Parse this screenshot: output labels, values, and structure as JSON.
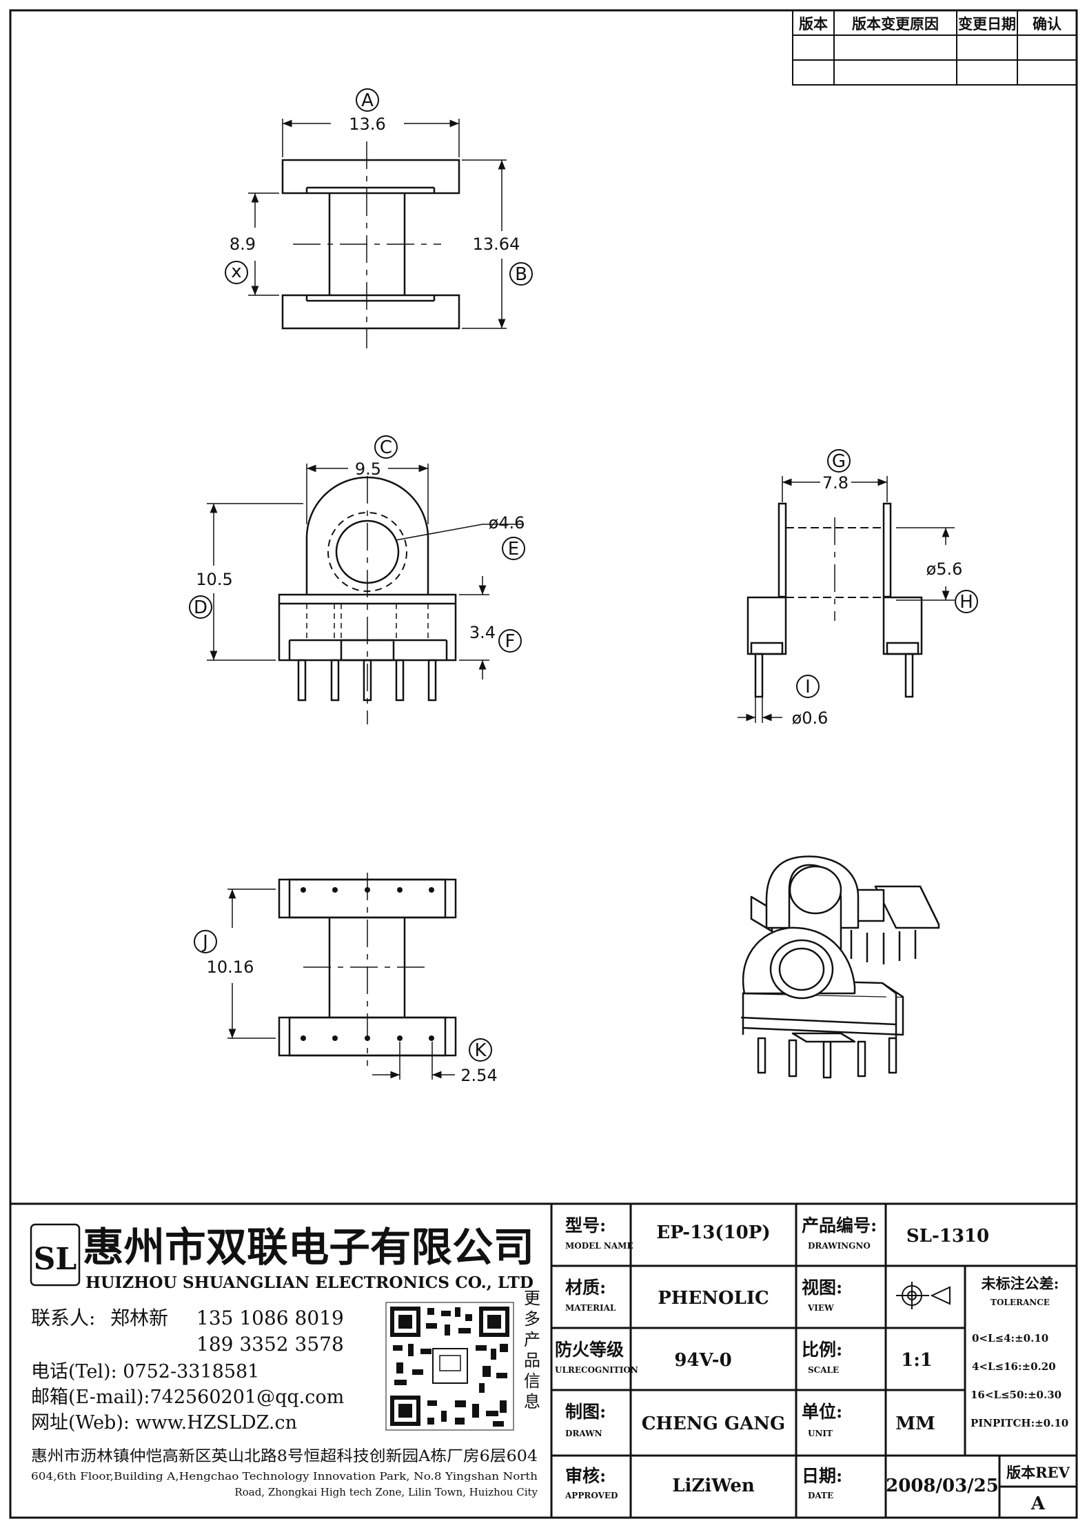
{
  "revision_table": {
    "headers": [
      "版本",
      "版本变更原因",
      "变更日期",
      "确认"
    ]
  },
  "views": {
    "top": {
      "label_a": "A",
      "dim_a": "13.6",
      "label_x": "x",
      "dim_x": "8.9",
      "label_b": "B",
      "dim_b": "13.64"
    },
    "front": {
      "label_c": "C",
      "dim_c": "9.5",
      "label_d": "D",
      "dim_d": "10.5",
      "label_e": "E",
      "dim_e": "ø4.6",
      "label_f": "F",
      "dim_f": "3.4"
    },
    "side": {
      "label_g": "G",
      "dim_g": "7.8",
      "label_h": "H",
      "dim_h": "ø5.6",
      "label_i": "I",
      "dim_i": "ø0.6"
    },
    "bottom": {
      "label_j": "J",
      "dim_j": "10.16",
      "label_k": "K",
      "dim_k": "2.54"
    }
  },
  "company": {
    "logo_text": "SL",
    "name_cn": "惠州市双联电子有限公司",
    "name_en": "HUIZHOU SHUANGLIAN ELECTRONICS CO., LTD",
    "contact_label": "联系人:",
    "contact_name": "郑林新",
    "phone1": "135 1086 8019",
    "phone2": "189 3352 3578",
    "tel": "电话(Tel): 0752-3318581",
    "email": "邮箱(E-mail):742560201@qq.com",
    "web": "网址(Web): www.HZSLDZ.cn",
    "qr_caption": "更多产品信息",
    "address_cn": "惠州市沥林镇仲恺高新区英山北路8号恒超科技创新园A栋厂房6层604",
    "address_en1": "604,6th Floor,Building A,Hengchao Technology Innovation Park, No.8 Yingshan North",
    "address_en2": "Road, Zhongkai High tech Zone, Lilin Town, Huizhou City"
  },
  "title_block": {
    "model_label_cn": "型号:",
    "model_label_en": "MODEL NAME",
    "model_value": "EP-13(10P)",
    "drawingno_label_cn": "产品编号:",
    "drawingno_label_en": "DRAWINGNO",
    "drawingno_value": "SL-1310",
    "material_label_cn": "材质:",
    "material_label_en": "MATERIAL",
    "material_value": "PHENOLIC",
    "view_label_cn": "视图:",
    "view_label_en": "VIEW",
    "tolerance_label_cn": "未标注公差:",
    "tolerance_label_en": "TOLERANCE",
    "tolerances": [
      "0<L≤4:±0.10",
      "4<L≤16:±0.20",
      "16<L≤50:±0.30",
      "PINPITCH:±0.10"
    ],
    "fire_label_cn": "防火等级",
    "fire_label_en": "ULRECOGNITION",
    "fire_value": "94V-0",
    "scale_label_cn": "比例:",
    "scale_label_en": "SCALE",
    "scale_value": "1:1",
    "drawn_label_cn": "制图:",
    "drawn_label_en": "DRAWN",
    "drawn_value": "CHENG GANG",
    "unit_label_cn": "单位:",
    "unit_label_en": "UNIT",
    "unit_value": "MM",
    "approved_label_cn": "审核:",
    "approved_label_en": "APPROVED",
    "approved_value": "LiZiWen",
    "date_label_cn": "日期:",
    "date_label_en": "DATE",
    "date_value": "2008/03/25",
    "rev_label": "版本REV",
    "rev_value": "A"
  }
}
